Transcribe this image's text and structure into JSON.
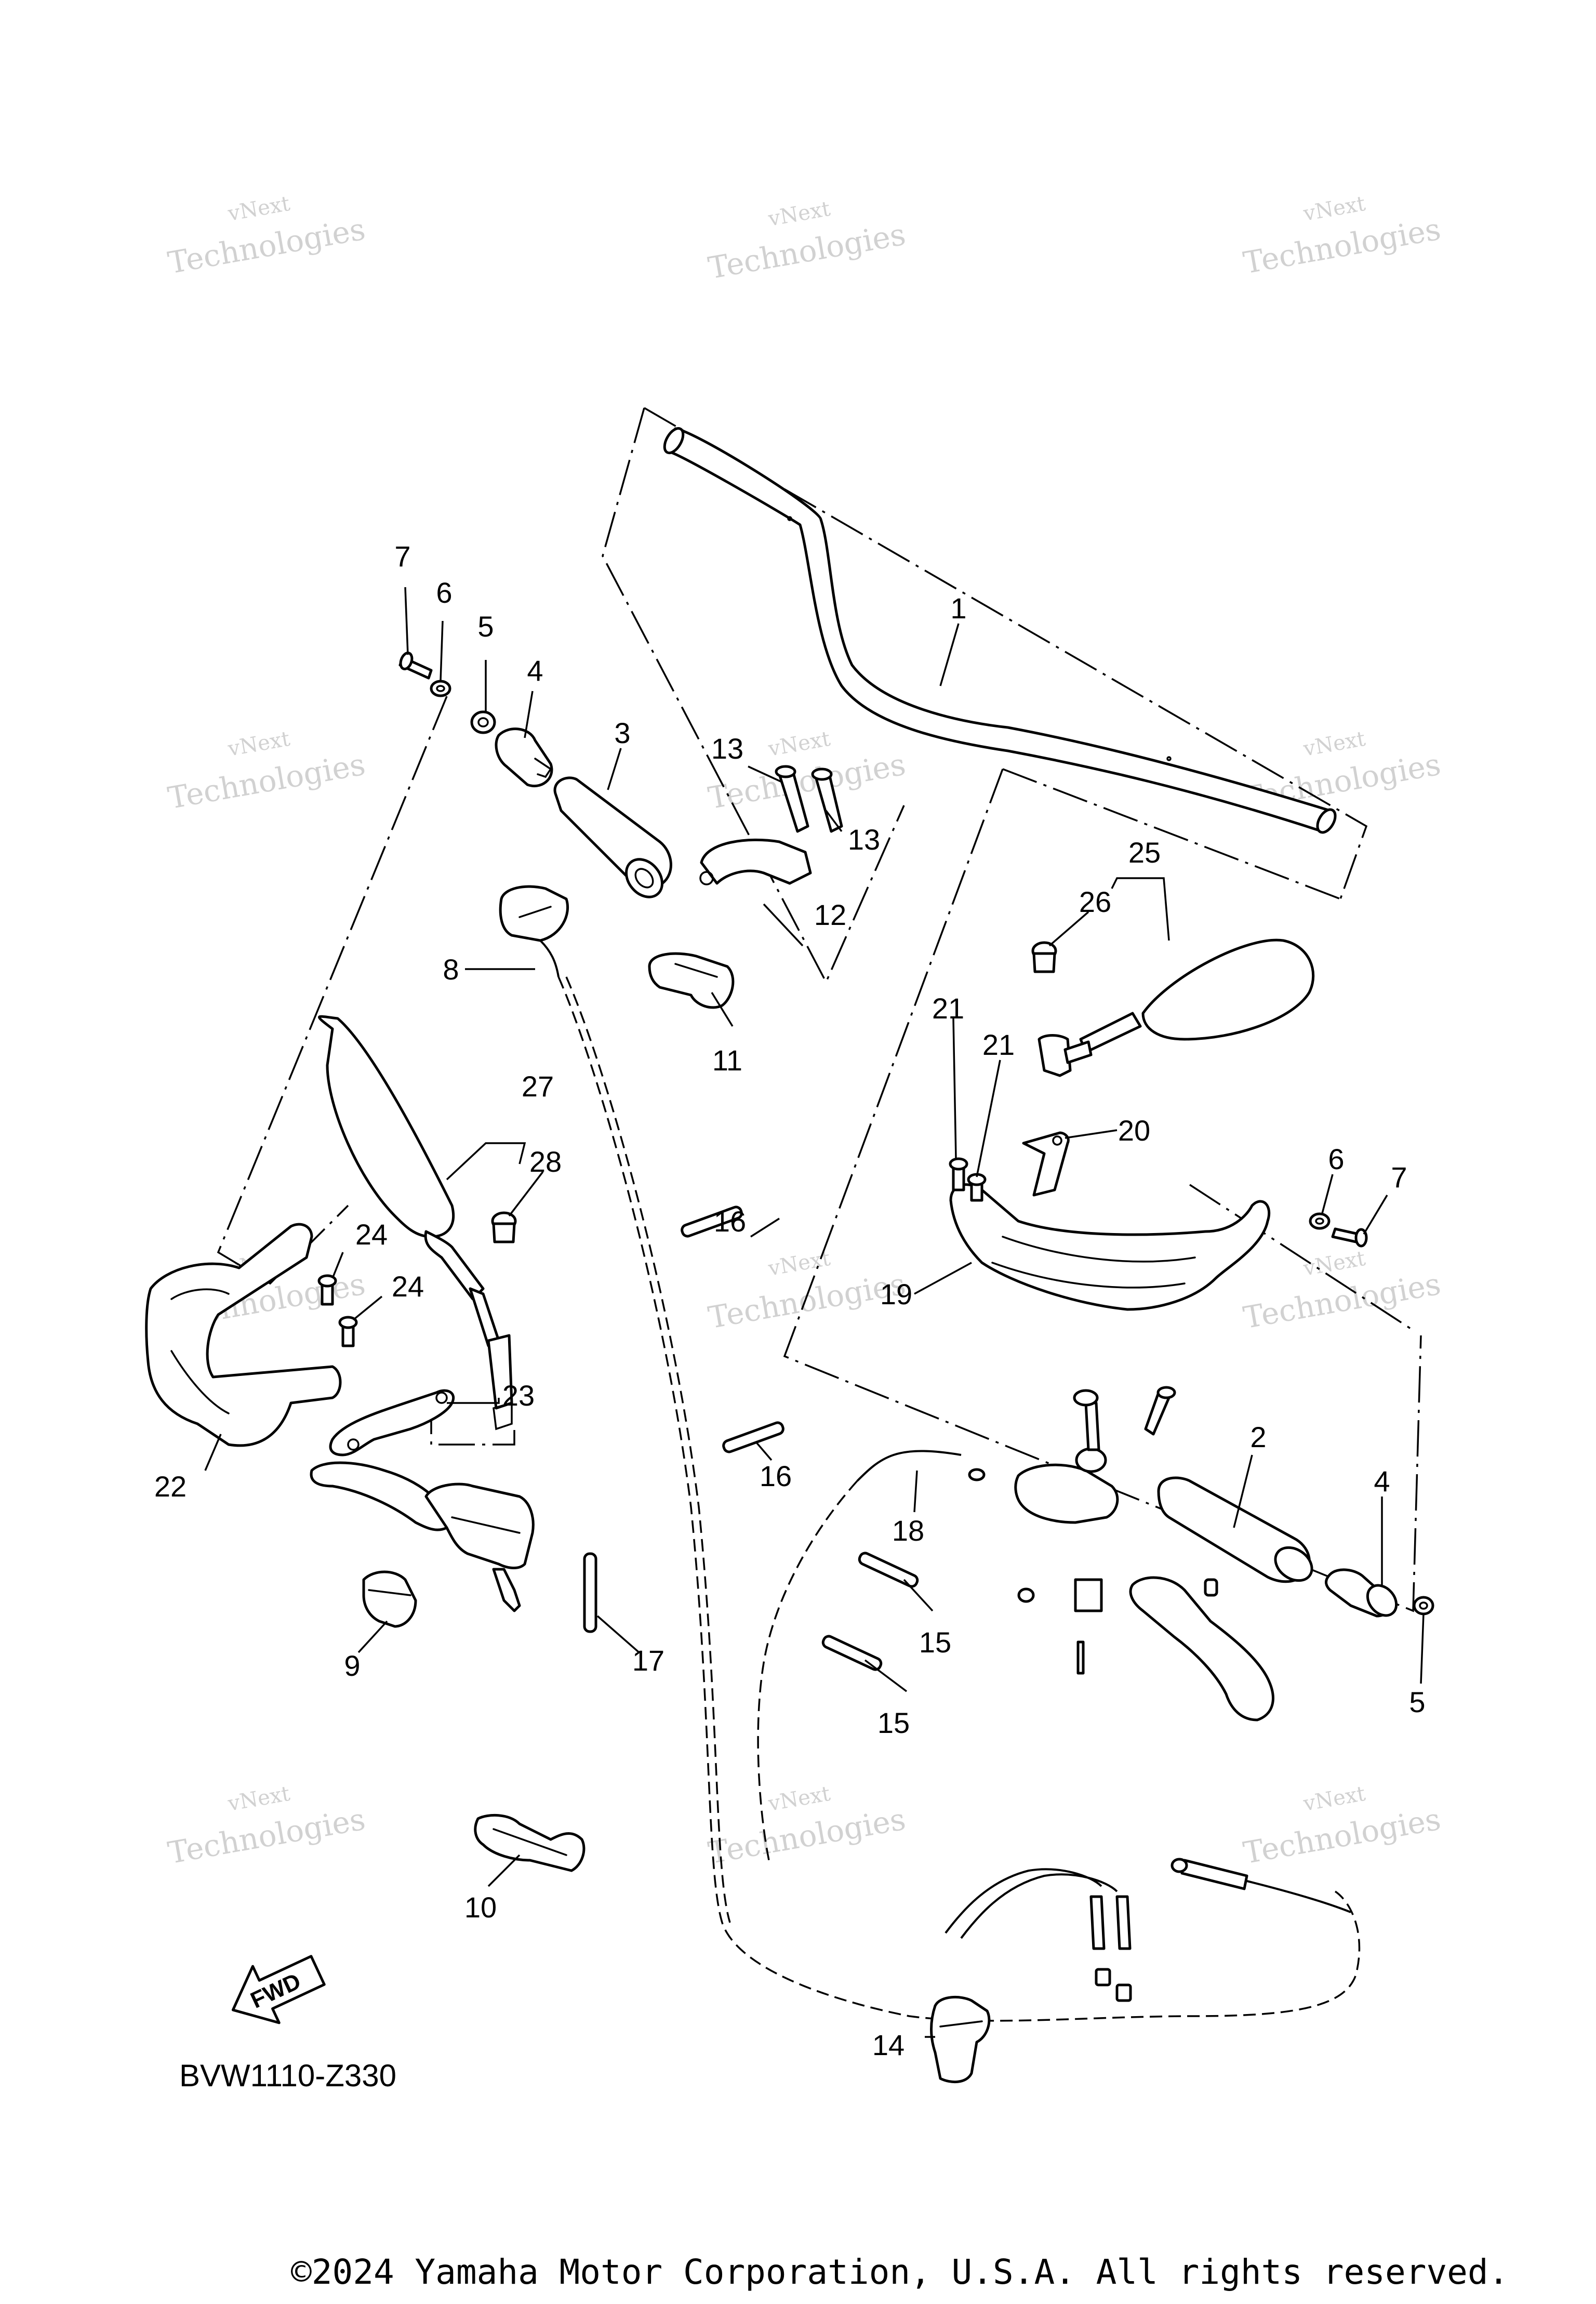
{
  "diagram": {
    "callouts": [
      "1",
      "2",
      "3",
      "4",
      "4",
      "5",
      "5",
      "6",
      "6",
      "7",
      "7",
      "8",
      "9",
      "10",
      "11",
      "12",
      "13",
      "13",
      "14",
      "15",
      "15",
      "16",
      "16",
      "17",
      "18",
      "19",
      "20",
      "21",
      "21",
      "22",
      "23",
      "24",
      "24",
      "25",
      "26",
      "27",
      "28"
    ],
    "watermark": {
      "line1": "vNext",
      "line2": "Technologies",
      "line3": "vNext Technologies"
    },
    "fwd_label": "FWD",
    "drawing_code": "BVW1110-Z330",
    "copyright": "©2024 Yamaha Motor Corporation, U.S.A. All rights reserved."
  }
}
